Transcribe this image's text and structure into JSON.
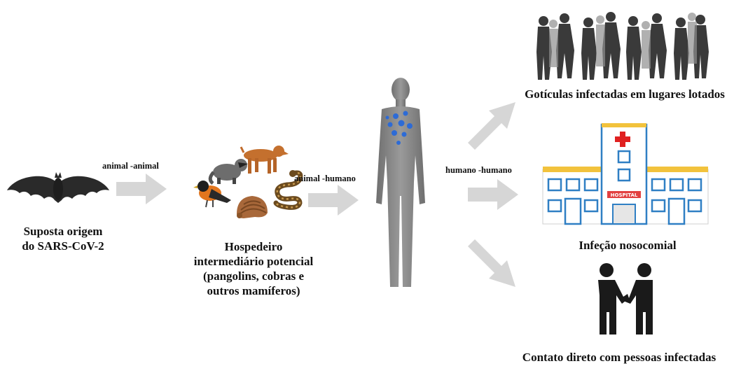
{
  "nodes": {
    "origin": {
      "label_line1": "Suposta origem",
      "label_line2": "do SARS-CoV-2",
      "icon": "bat-icon"
    },
    "intermediate": {
      "label_line1": "Hospedeiro",
      "label_line2": "intermediário potencial",
      "label_line3": "(pangolins, cobras e",
      "label_line4": "outros mamíferos)",
      "icons": [
        "raccoon-icon",
        "dog-icon",
        "bird-icon",
        "snake-icon",
        "pangolin-icon"
      ]
    },
    "human": {
      "icon": "human-body-icon",
      "virus_color": "#2d6bd6"
    },
    "outcomes": [
      {
        "label": "Gotículas infectadas em lugares lotados",
        "icon": "crowd-icon"
      },
      {
        "label": "Infeção nosocomial",
        "icon": "hospital-icon",
        "sign": "HOSPITAL"
      },
      {
        "label": "Contato direto com pessoas infectadas",
        "icon": "handshake-icon"
      }
    ]
  },
  "edges": {
    "animal_animal": "animal -animal",
    "animal_human": "animal -humano",
    "human_human": "humano -humano"
  },
  "colors": {
    "arrow": "#d6d6d6",
    "hospital_blue": "#2f7fc4",
    "hospital_yellow": "#f2c23c",
    "cross_red": "#e02020",
    "body_gray": "#8a8a8a"
  }
}
